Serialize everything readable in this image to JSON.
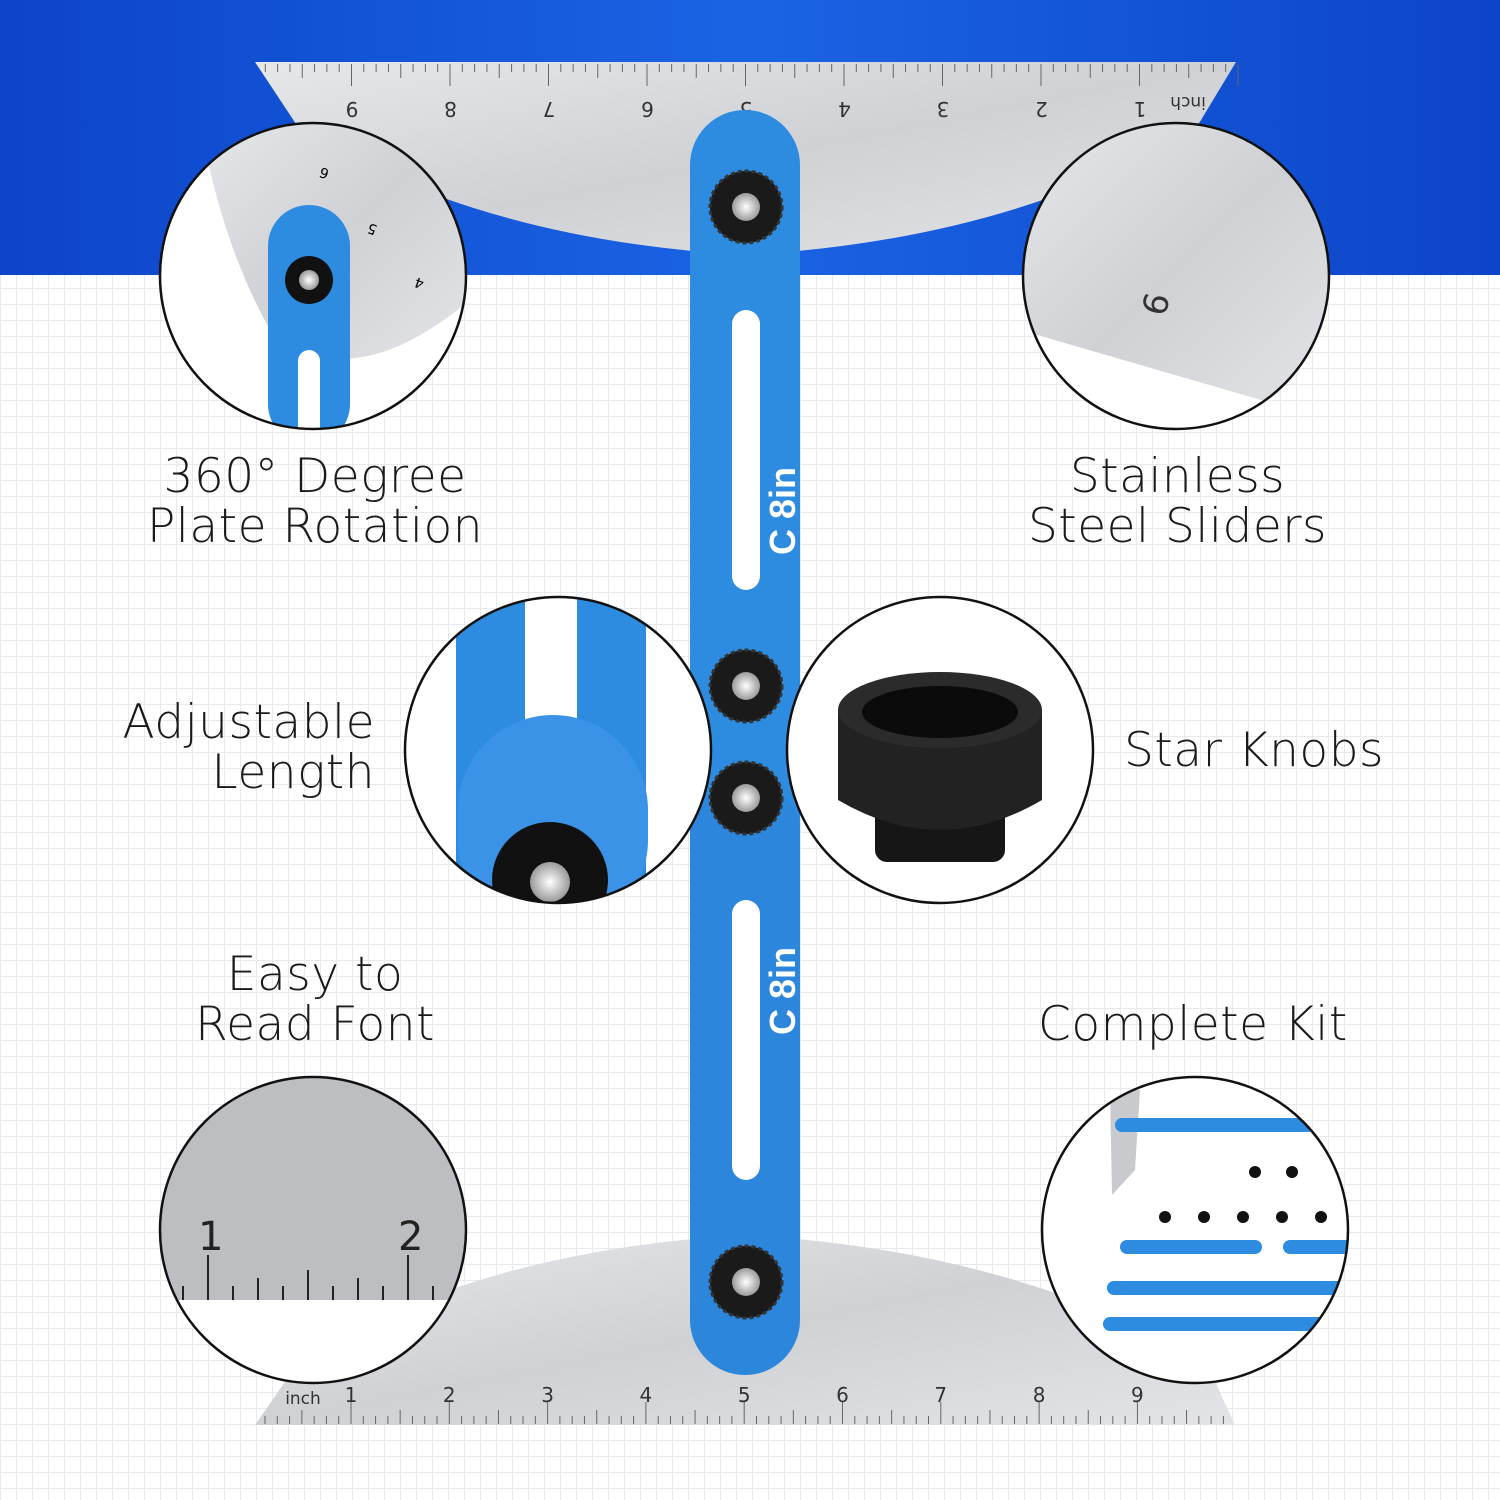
{
  "features": [
    {
      "line1": "360° Degree",
      "line2": "Plate Rotation"
    },
    {
      "line1": "Stainless",
      "line2": "Steel Sliders"
    },
    {
      "line1": "Adjustable",
      "line2": "Length"
    },
    {
      "line1": "Star Knobs"
    },
    {
      "line1": "Easy to",
      "line2": "Read Font"
    },
    {
      "line1": "Complete Kit"
    }
  ],
  "top_ruler": {
    "unit": "inch",
    "numbers": [
      "1",
      "2",
      "3",
      "4",
      "5",
      "6",
      "7",
      "8",
      "9"
    ]
  },
  "bottom_ruler": {
    "unit": "inch",
    "numbers": [
      "1",
      "2",
      "3",
      "4",
      "5",
      "6",
      "7",
      "8",
      "9"
    ]
  },
  "bar_marks": [
    "C 8in",
    "C 8in"
  ],
  "zoom_ruler": {
    "numbers": [
      "1",
      "2"
    ]
  },
  "zoom_rotation_numbers": [
    "6",
    "5",
    "4"
  ],
  "zoom_steel_number": "6",
  "colors": {
    "brand_blue": "#1f6fe0",
    "arm_blue": "#2d8be0",
    "band_blue": "#1456d6"
  }
}
